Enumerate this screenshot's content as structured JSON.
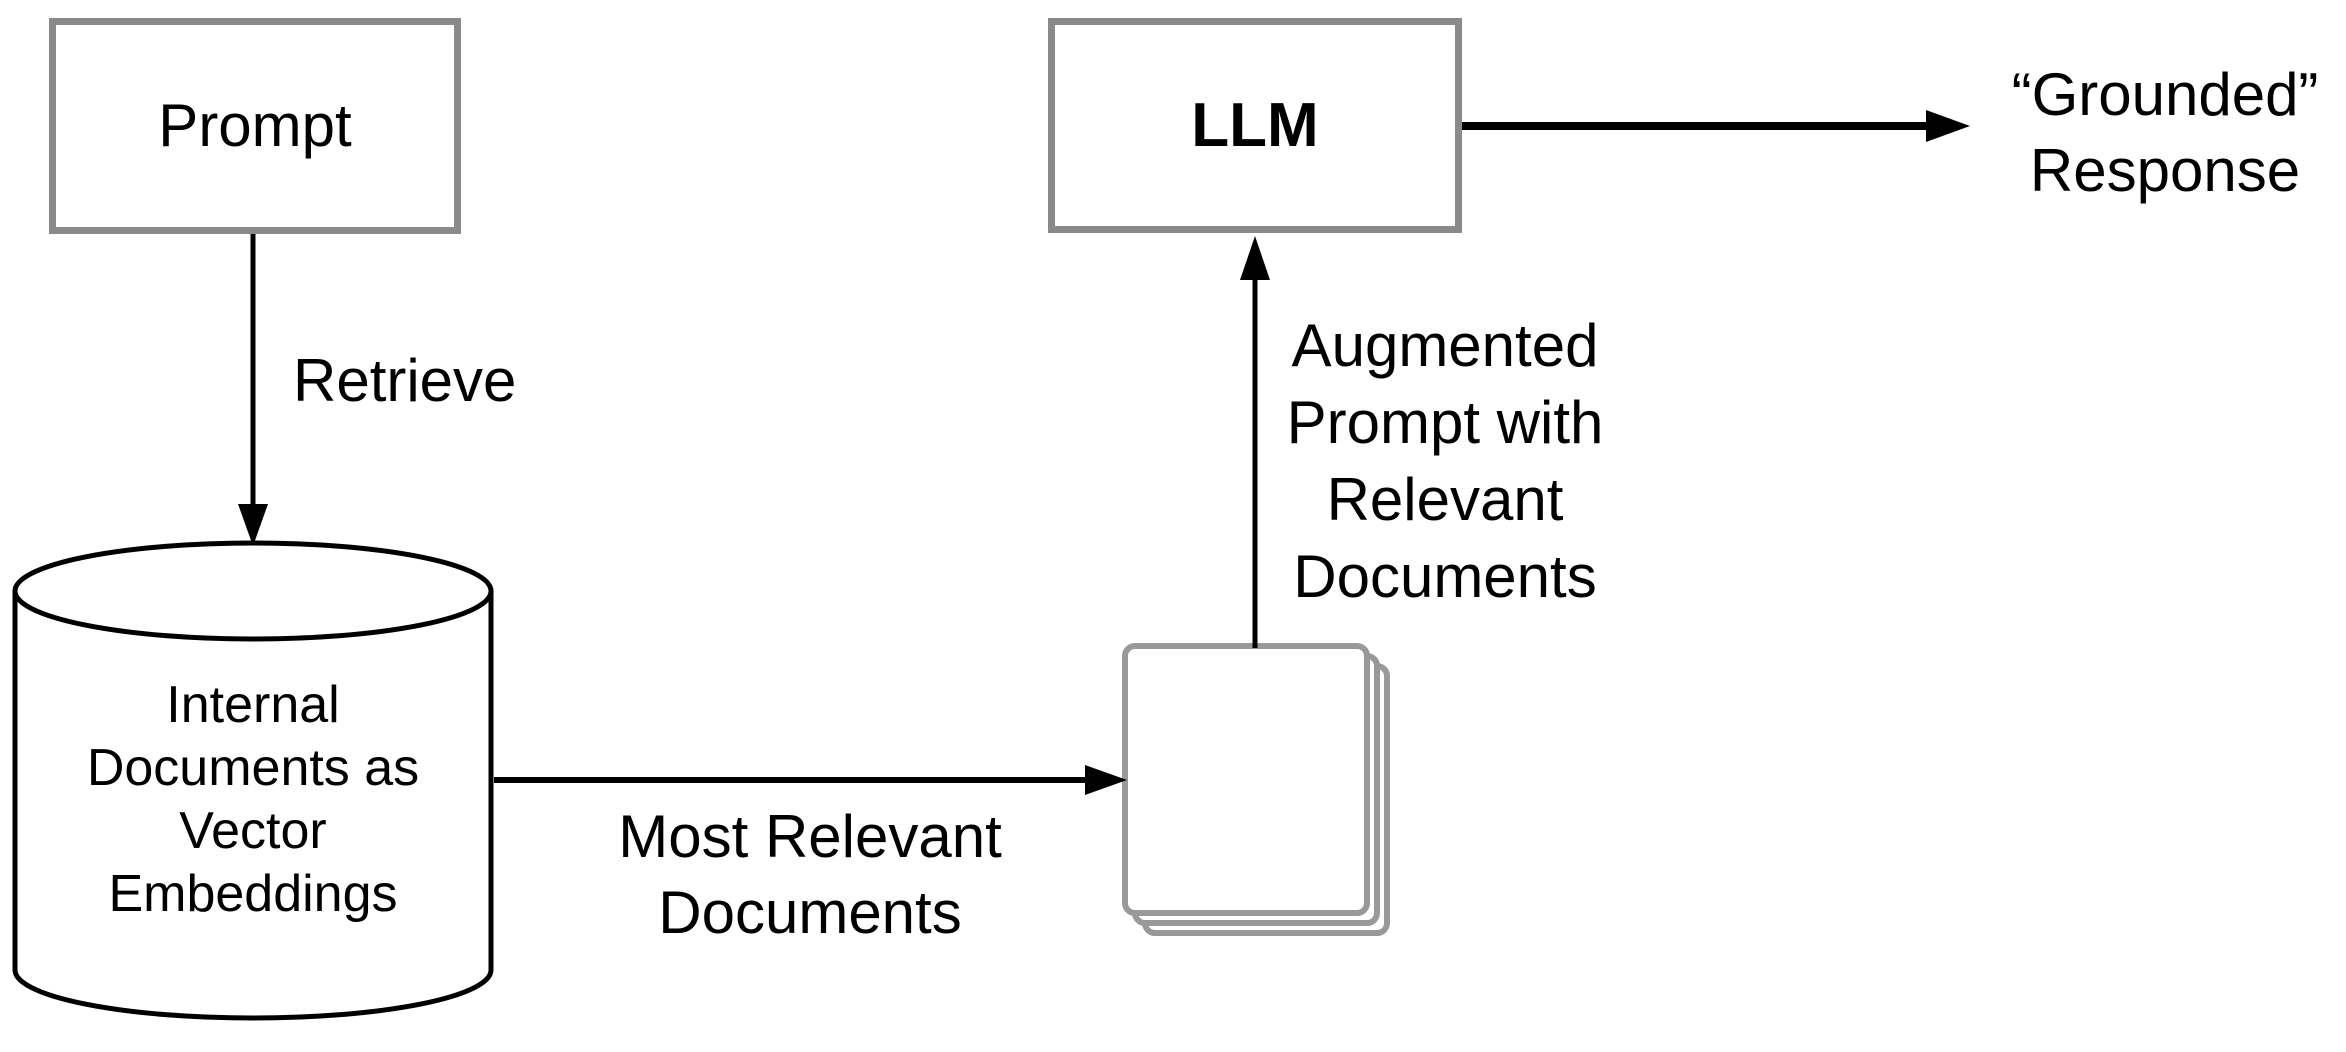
{
  "theme": {
    "background": "#ffffff",
    "text": "#000000",
    "node_border": "#8a8a8a",
    "document_border": "#999999",
    "line": "#000000"
  },
  "nodes": {
    "prompt": {
      "label": "Prompt"
    },
    "vector_store": {
      "label": "Internal\nDocuments as\nVector\nEmbeddings"
    },
    "documents": {
      "label": ""
    },
    "llm": {
      "label": "LLM"
    },
    "response": {
      "label": "“Grounded”\nResponse"
    }
  },
  "edges": {
    "retrieve": {
      "label": "Retrieve"
    },
    "most_relevant": {
      "label": "Most Relevant\nDocuments"
    },
    "augmented_prompt": {
      "label": "Augmented\nPrompt with\nRelevant\nDocuments"
    },
    "grounded_response": {
      "label": ""
    }
  }
}
